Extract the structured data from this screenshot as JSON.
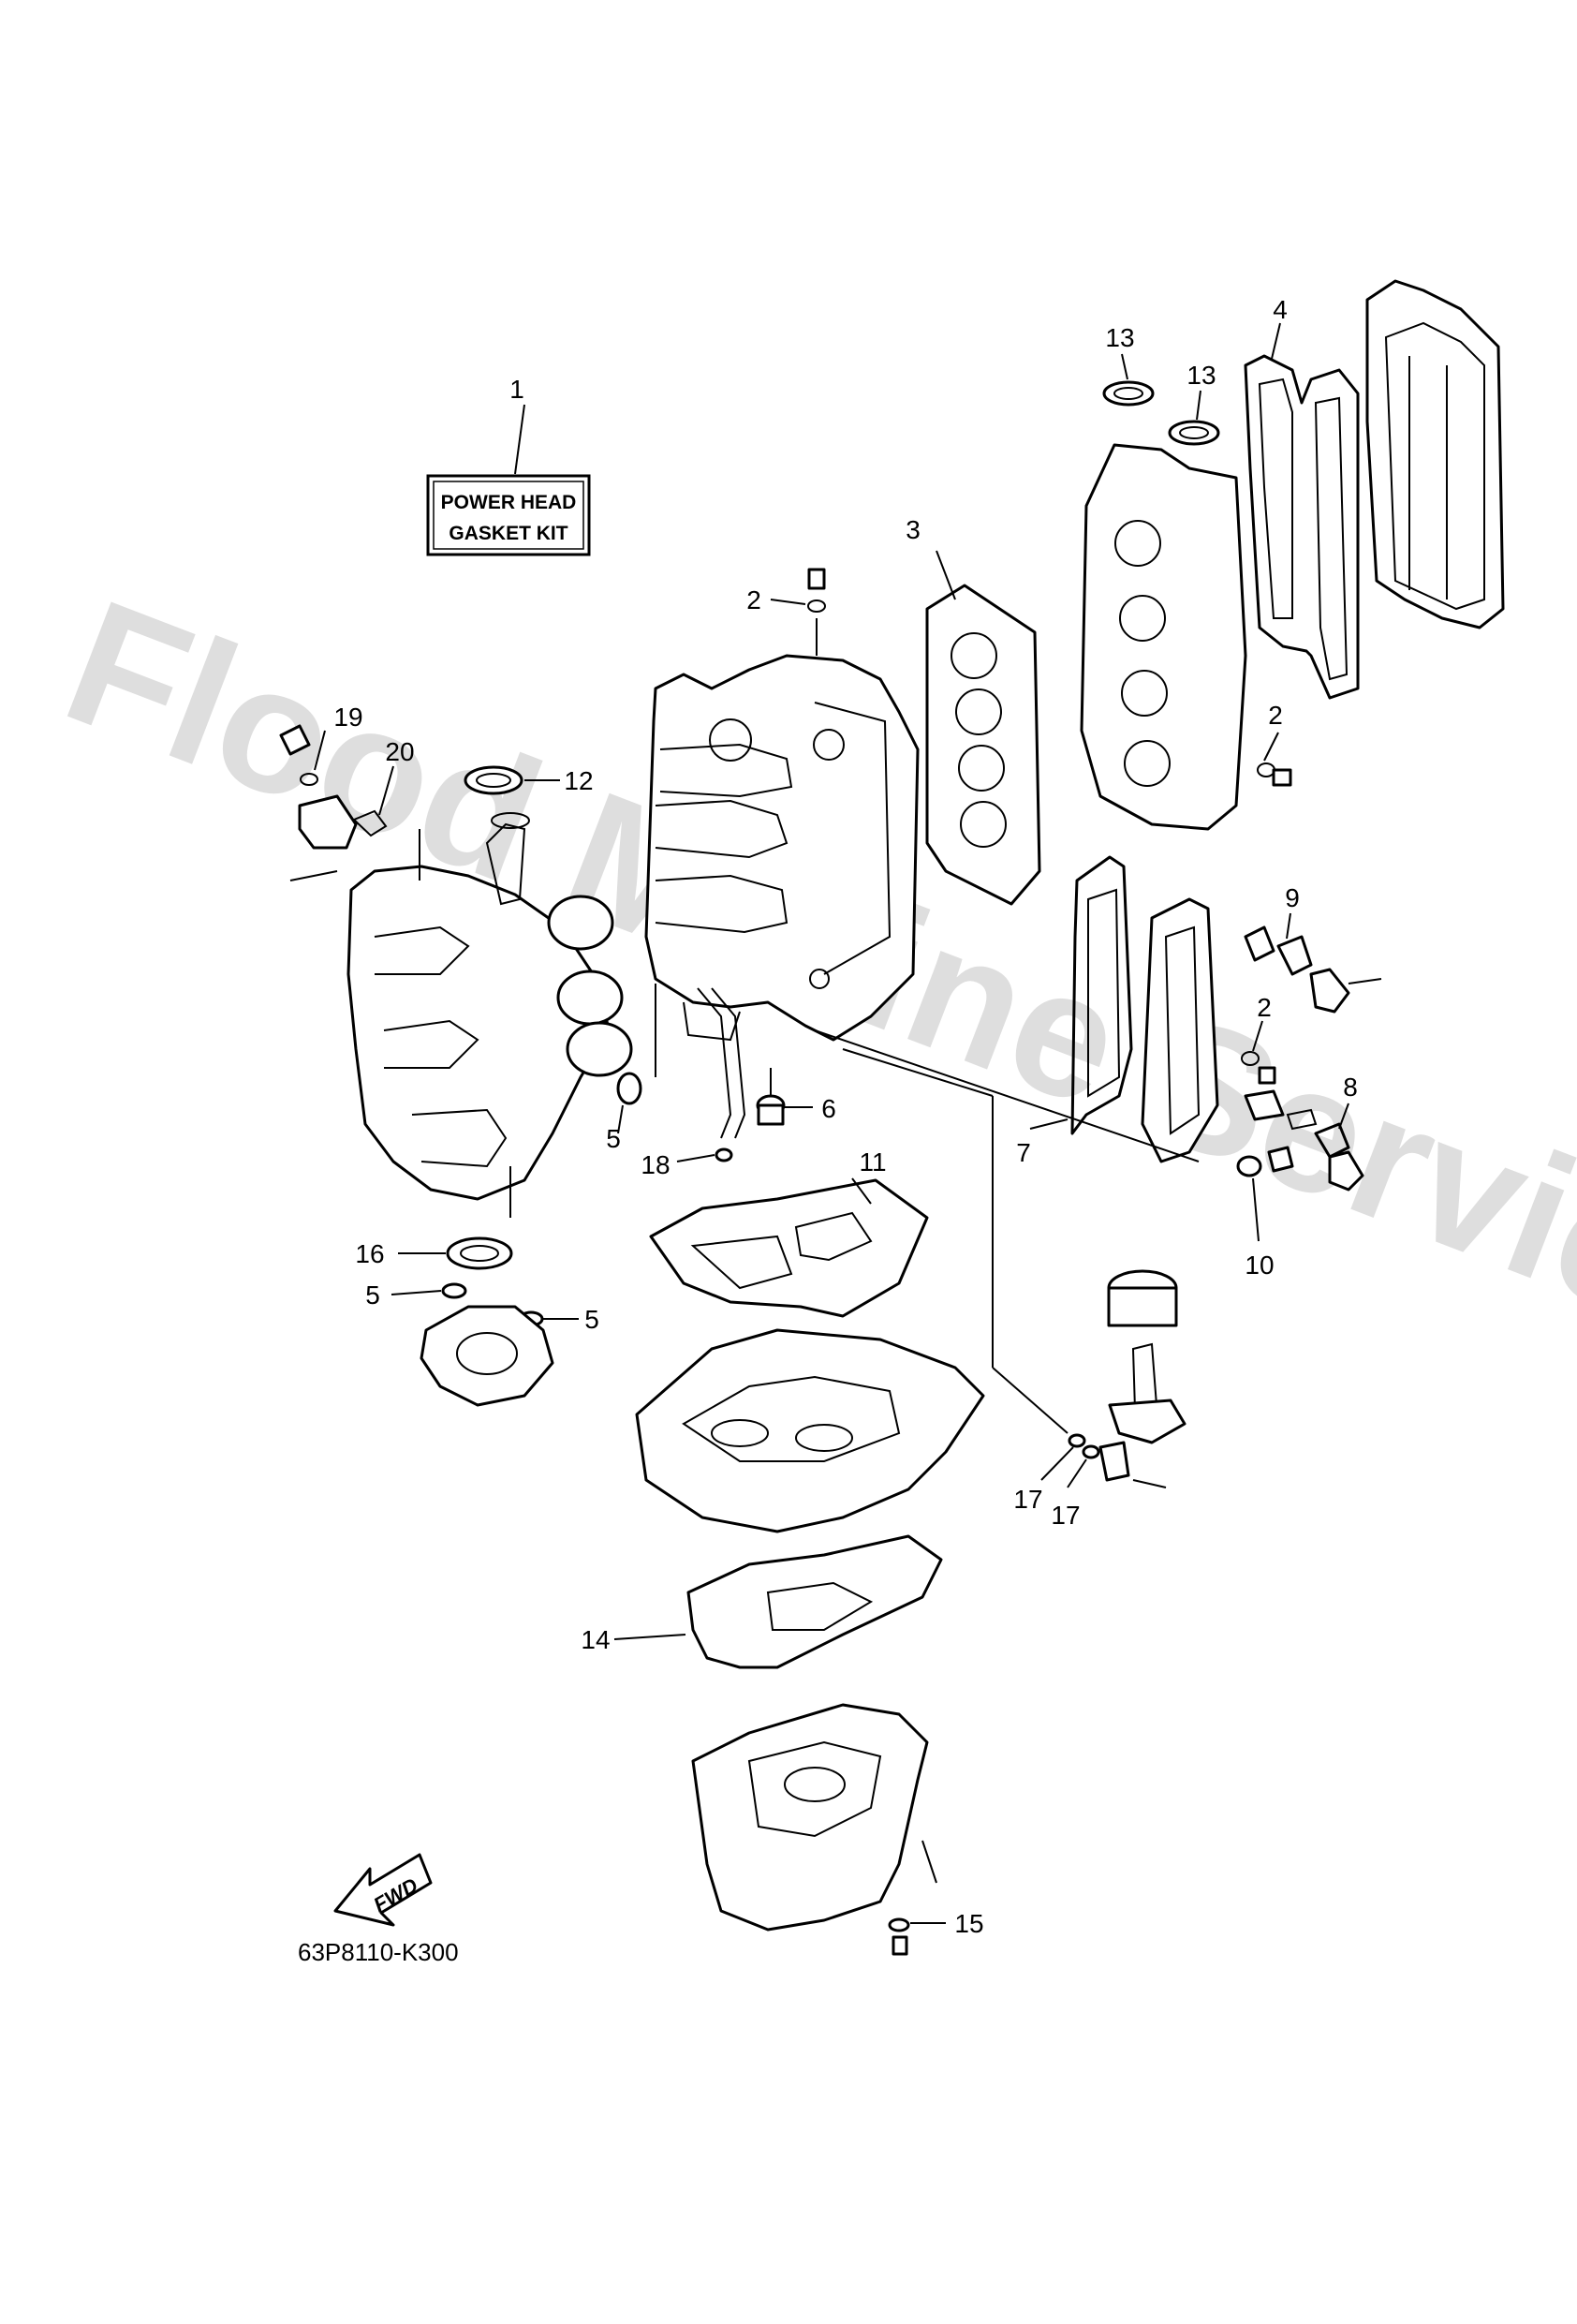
{
  "watermark": "Flood Marine Services",
  "kit_label": {
    "line1": "POWER HEAD",
    "line2": "GASKET KIT"
  },
  "diagram_code": "63P8110-K300",
  "fwd_arrow_text": "FWD",
  "callouts": [
    {
      "id": "c1",
      "text": "1"
    },
    {
      "id": "c2a",
      "text": "2"
    },
    {
      "id": "c2b",
      "text": "2"
    },
    {
      "id": "c2c",
      "text": "2"
    },
    {
      "id": "c3",
      "text": "3"
    },
    {
      "id": "c4",
      "text": "4"
    },
    {
      "id": "c5a",
      "text": "5"
    },
    {
      "id": "c5b",
      "text": "5"
    },
    {
      "id": "c5c",
      "text": "5"
    },
    {
      "id": "c6",
      "text": "6"
    },
    {
      "id": "c7",
      "text": "7"
    },
    {
      "id": "c8",
      "text": "8"
    },
    {
      "id": "c9",
      "text": "9"
    },
    {
      "id": "c10",
      "text": "10"
    },
    {
      "id": "c11",
      "text": "11"
    },
    {
      "id": "c12",
      "text": "12"
    },
    {
      "id": "c13a",
      "text": "13"
    },
    {
      "id": "c13b",
      "text": "13"
    },
    {
      "id": "c14",
      "text": "14"
    },
    {
      "id": "c15",
      "text": "15"
    },
    {
      "id": "c16",
      "text": "16"
    },
    {
      "id": "c17a",
      "text": "17"
    },
    {
      "id": "c17b",
      "text": "17"
    },
    {
      "id": "c18",
      "text": "18"
    },
    {
      "id": "c19",
      "text": "19"
    },
    {
      "id": "c20",
      "text": "20"
    }
  ]
}
